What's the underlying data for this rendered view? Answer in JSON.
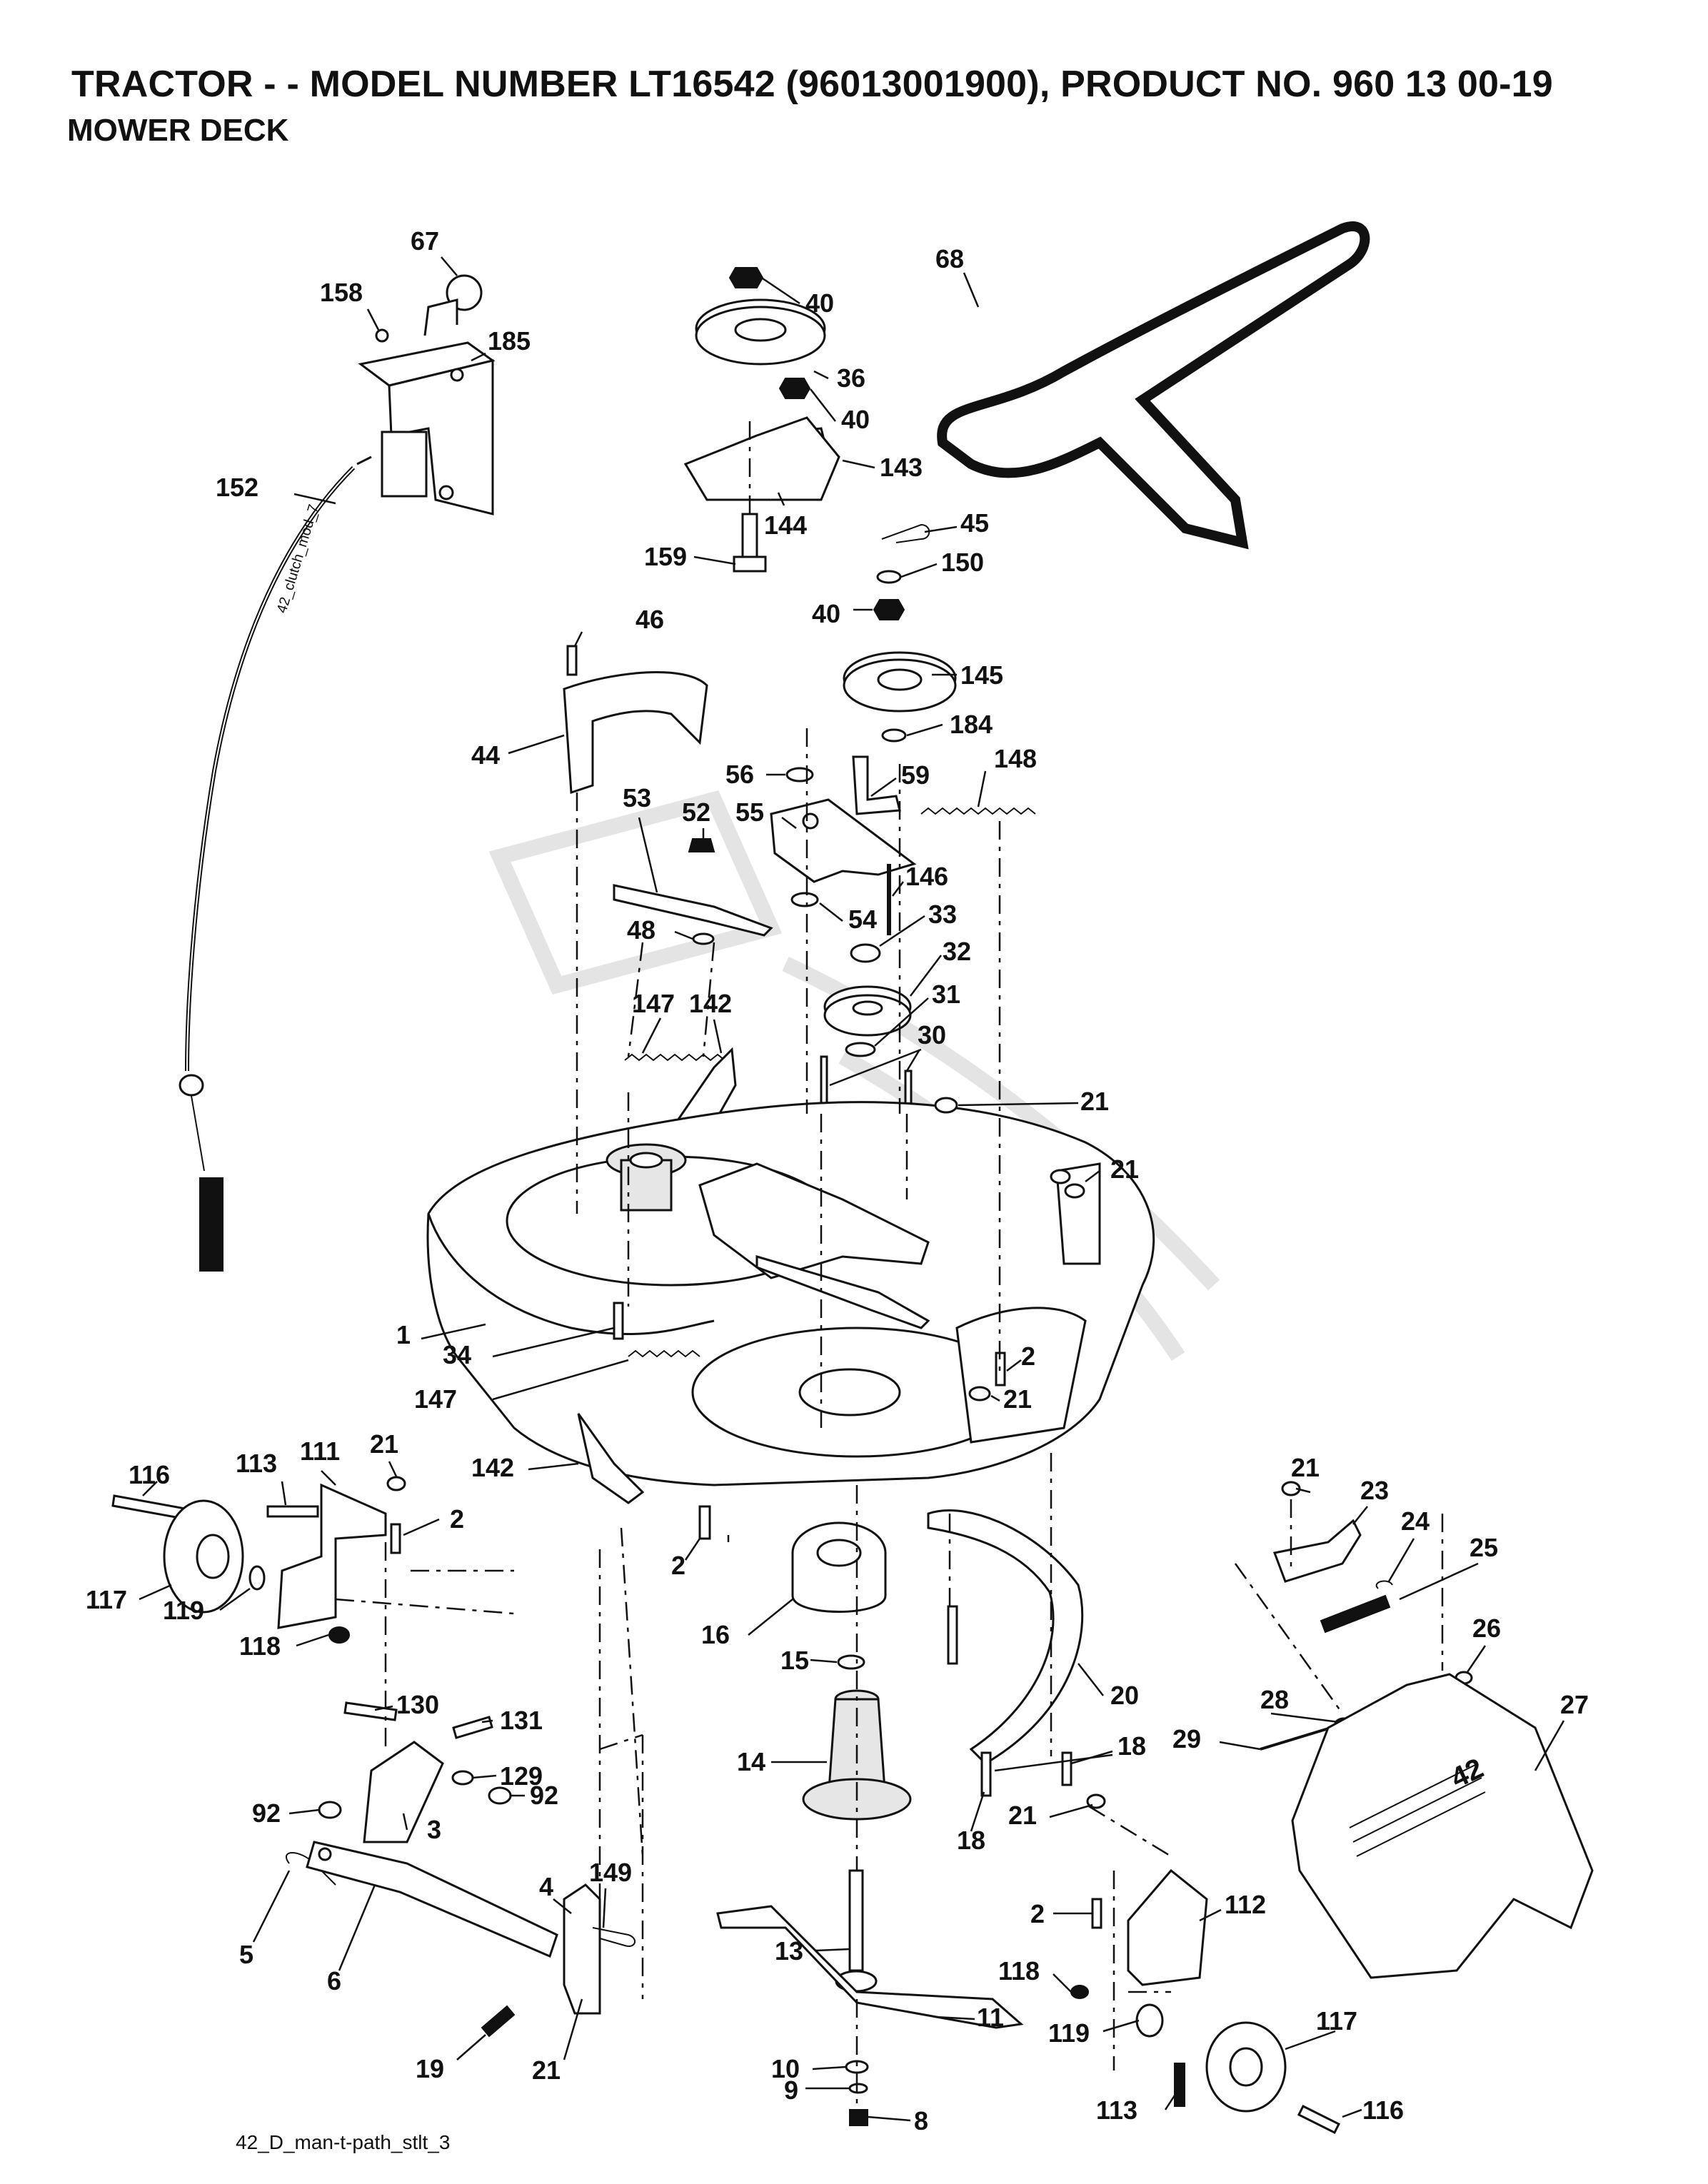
{
  "header": {
    "title": "TRACTOR - - MODEL NUMBER LT16542 (96013001900), PRODUCT NO. 960 13 00-19",
    "subtitle": "MOWER DECK"
  },
  "footer": {
    "drawing_code": "42_D_man-t-path_stlt_3"
  },
  "cable_annotation": "42_clutch_mod_7",
  "deflector_badge": "42",
  "callouts": [
    "67",
    "158",
    "185",
    "152",
    "40",
    "36",
    "40",
    "143",
    "144",
    "159",
    "68",
    "45",
    "150",
    "40",
    "145",
    "184",
    "46",
    "44",
    "56",
    "55",
    "59",
    "148",
    "53",
    "52",
    "146",
    "48",
    "54",
    "33",
    "32",
    "31",
    "147",
    "142",
    "30",
    "21",
    "21",
    "1",
    "34",
    "147",
    "2",
    "21",
    "142",
    "116",
    "113",
    "111",
    "21",
    "2",
    "117",
    "119",
    "118",
    "2",
    "16",
    "15",
    "20",
    "18",
    "14",
    "18",
    "21",
    "130",
    "131",
    "129",
    "92",
    "92",
    "3",
    "5",
    "6",
    "4",
    "149",
    "19",
    "21",
    "13",
    "11",
    "10",
    "9",
    "8",
    "2",
    "112",
    "118",
    "119",
    "113",
    "117",
    "116",
    "21",
    "23",
    "24",
    "25",
    "26",
    "28",
    "29",
    "27"
  ]
}
